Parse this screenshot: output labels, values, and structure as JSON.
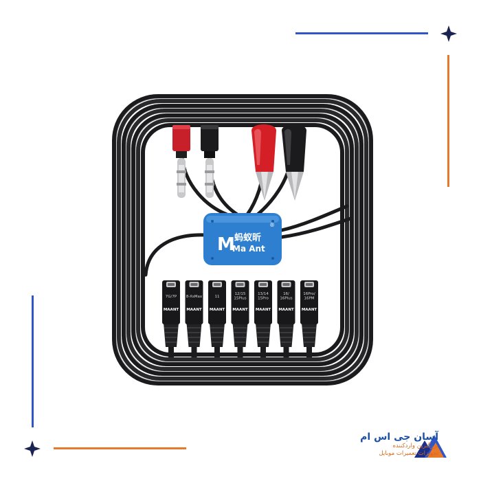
{
  "product": {
    "logo_cn": "蚂蚁昕",
    "logo_latin": "Ma Ant",
    "registered_mark": "®",
    "connectors": [
      {
        "model": "7G/7P",
        "brand": "MAANT"
      },
      {
        "model": "8-XsMax",
        "brand": "MAANT"
      },
      {
        "model": "11",
        "brand": "MAANT"
      },
      {
        "model": "12/15\n15Plus",
        "brand": "MAANT"
      },
      {
        "model": "13/14\n15Pro",
        "brand": "MAANT"
      },
      {
        "model": "16/\n16Plus",
        "brand": "MAANT"
      },
      {
        "model": "16Pro/\n16PM",
        "brand": "MAANT"
      }
    ]
  },
  "watermark": {
    "name": "آسان جی اس ام",
    "tagline_1": "بزرگترین واردکننده",
    "tagline_2": "تجهیزات تعمیرات موبایل"
  },
  "colors": {
    "accent_blue": "#2f56c8",
    "accent_orange": "#e8782a",
    "cable": "#1b1b1d",
    "module_blue": "#2f7fd0",
    "probe_red": "#d41f26"
  },
  "icons": [
    "sparkle-icon",
    "brand-logo-icon"
  ]
}
